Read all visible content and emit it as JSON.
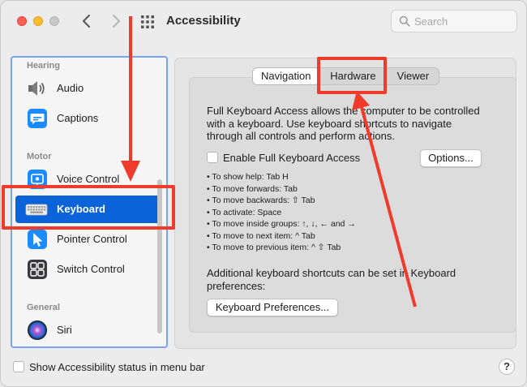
{
  "window": {
    "title": "Accessibility"
  },
  "search": {
    "placeholder": "Search"
  },
  "sidebar": {
    "sections": [
      {
        "label": "Hearing"
      },
      {
        "label": "Motor"
      },
      {
        "label": "General"
      }
    ],
    "items": [
      {
        "label": "Audio",
        "icon": "speaker-icon"
      },
      {
        "label": "Captions",
        "icon": "captions-icon"
      },
      {
        "label": "Voice Control",
        "icon": "voice-control-icon"
      },
      {
        "label": "Keyboard",
        "icon": "keyboard-icon",
        "selected": true
      },
      {
        "label": "Pointer Control",
        "icon": "pointer-icon"
      },
      {
        "label": "Switch Control",
        "icon": "switch-control-icon"
      },
      {
        "label": "Siri",
        "icon": "siri-icon"
      }
    ]
  },
  "tabs": [
    {
      "label": "Navigation",
      "active": true
    },
    {
      "label": "Hardware",
      "active": false
    },
    {
      "label": "Viewer",
      "active": false
    }
  ],
  "main": {
    "description": "Full Keyboard Access allows the computer to be controlled with a keyboard. Use keyboard shortcuts to navigate through all controls and perform actions.",
    "enable_label": "Enable Full Keyboard Access",
    "enable_checked": false,
    "options_label": "Options...",
    "shortcuts": [
      "• To show help: Tab H",
      "• To move forwards: Tab",
      "• To move backwards: ⇧ Tab",
      "• To activate: Space",
      "• To move inside groups: ↑, ↓, ← and →",
      "• To move to next item: ^ Tab",
      "• To move to previous item: ^ ⇧ Tab"
    ],
    "additional_text": "Additional keyboard shortcuts can be set in Keyboard preferences:",
    "keyboard_prefs_label": "Keyboard Preferences..."
  },
  "footer": {
    "status_label": "Show Accessibility status in menu bar",
    "status_checked": false,
    "help_label": "?"
  },
  "colors": {
    "accent": "#0a63d8",
    "annotation": "#ef3b2c",
    "sidebar_outline": "#7aa4f0"
  }
}
